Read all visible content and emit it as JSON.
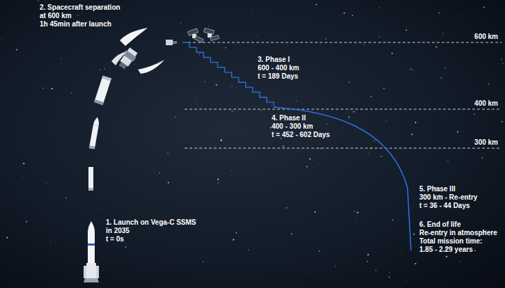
{
  "diagram": {
    "labels": [
      "2. Spacecraft separation at 600 km 1h 45min after launch",
      "600 km",
      "3. Phase I 600 - 400 km t = 189 Days",
      "400 km",
      "4. Phase II 400 - 300 km t = 452 - 602 Days",
      "300 km",
      "5. Phase III 300 km - Re-entry t = 36 - 44 Days",
      "1. Launch on Vega-C SSMS in 2035 t = 0s",
      "6. End of life Re-entry in atmosphere Total mission time: 1.85 - 2.29 years"
    ]
  }
}
